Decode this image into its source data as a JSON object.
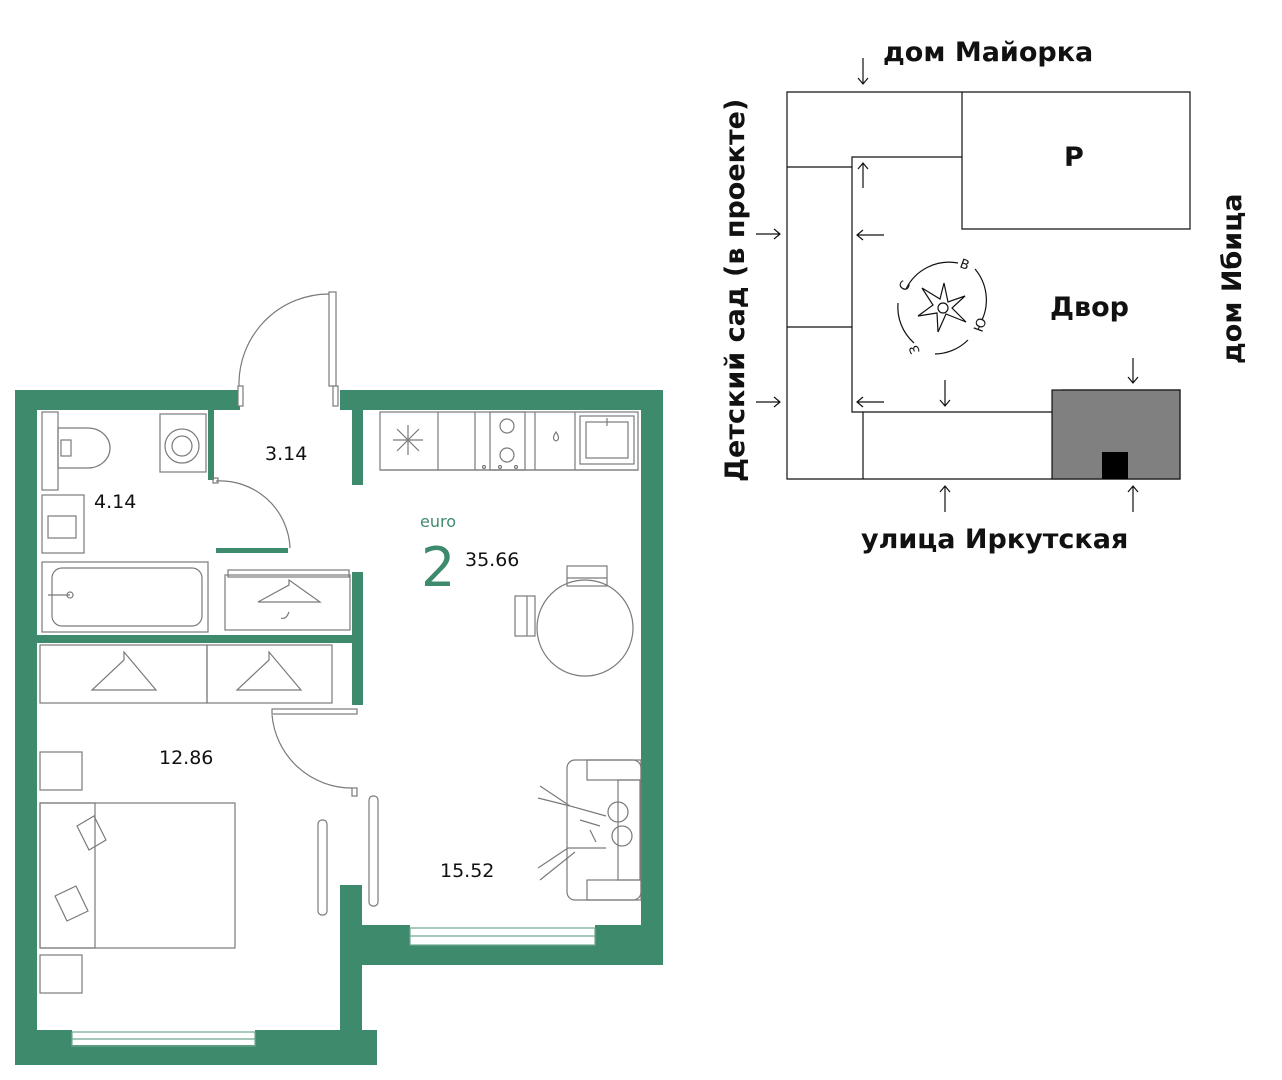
{
  "floorplan": {
    "apartment_type_number": "2",
    "apartment_class_label": "euro",
    "total_area": "35.66",
    "rooms": {
      "hall": "3.14",
      "bathroom": "4.14",
      "bedroom": "12.86",
      "living_kitchen": "15.52"
    }
  },
  "site_plan": {
    "north_label": "дом Майорка",
    "west_label": "Детский сад (в проекте)",
    "east_label": "дом Ибица",
    "south_label": "улица Иркутская",
    "parking_label": "P",
    "yard_label": "Двор",
    "compass": {
      "n": "С",
      "e": "В",
      "s": "Ю",
      "w": "З"
    }
  },
  "colors": {
    "wall": "#3e8a6c",
    "accent_text": "#3e8a6c",
    "building_highlight": "#808080",
    "line": "#7a7a7a"
  }
}
